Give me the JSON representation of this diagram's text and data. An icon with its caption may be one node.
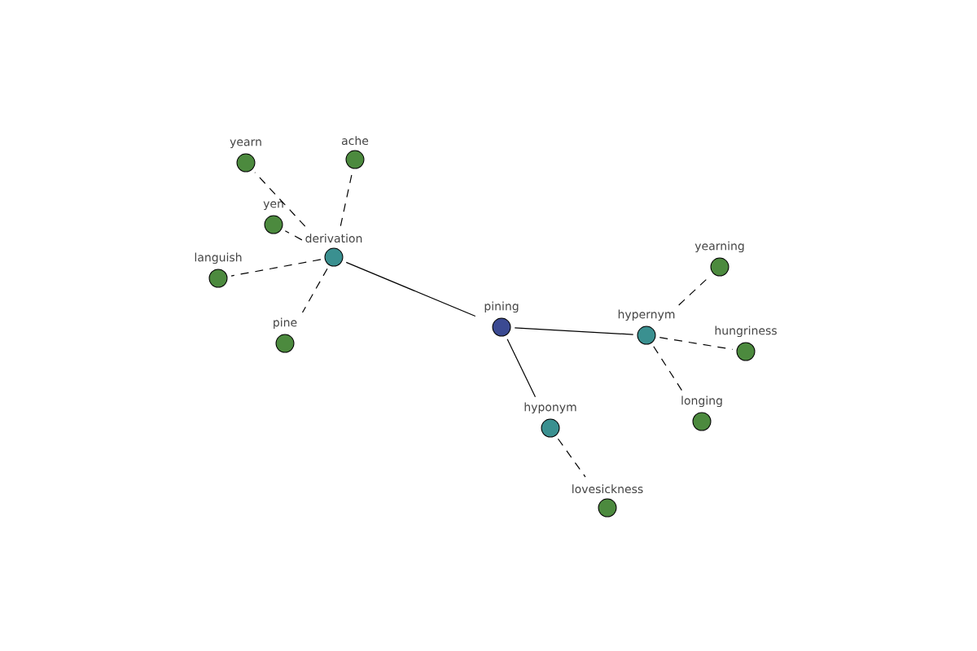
{
  "diagram": {
    "nodes": [
      {
        "text": [
          "yearn"
        ]
      },
      {
        "text": [
          "ache"
        ]
      },
      {
        "text": [
          "yen"
        ]
      },
      {
        "text": [
          "derivation"
        ]
      },
      {
        "text": [
          "languish"
        ]
      },
      {
        "text": [
          "yearning"
        ]
      },
      {
        "text": [
          "pining"
        ]
      },
      {
        "text": [
          "hypernym"
        ]
      },
      {
        "text": [
          "pine"
        ]
      },
      {
        "text": [
          "hungriness"
        ]
      },
      {
        "text": [
          "longing"
        ]
      },
      {
        "text": [
          "hyponym"
        ]
      },
      {
        "text": [
          "lovesickness"
        ]
      }
    ],
    "edges": [
      {
        "from": 6,
        "to": 3,
        "arrow": "none"
      },
      {
        "from": 6,
        "to": 7,
        "arrow": "none"
      },
      {
        "from": 6,
        "to": 11,
        "arrow": "none"
      },
      {
        "from": 3,
        "to": 0,
        "arrow": "none",
        "style": "dashed"
      },
      {
        "from": 3,
        "to": 1,
        "arrow": "none",
        "style": "dashed"
      },
      {
        "from": 3,
        "to": 2,
        "arrow": "none",
        "style": "dashed"
      },
      {
        "from": 3,
        "to": 4,
        "arrow": "none",
        "style": "dashed"
      },
      {
        "from": 3,
        "to": 8,
        "arrow": "none",
        "style": "dashed"
      },
      {
        "from": 7,
        "to": 5,
        "arrow": "none",
        "style": "dashed"
      },
      {
        "from": 7,
        "to": 9,
        "arrow": "none",
        "style": "dashed"
      },
      {
        "from": 7,
        "to": 10,
        "arrow": "none",
        "style": "dashed"
      },
      {
        "from": 11,
        "to": 12,
        "arrow": "none",
        "style": "dashed"
      }
    ]
  }
}
